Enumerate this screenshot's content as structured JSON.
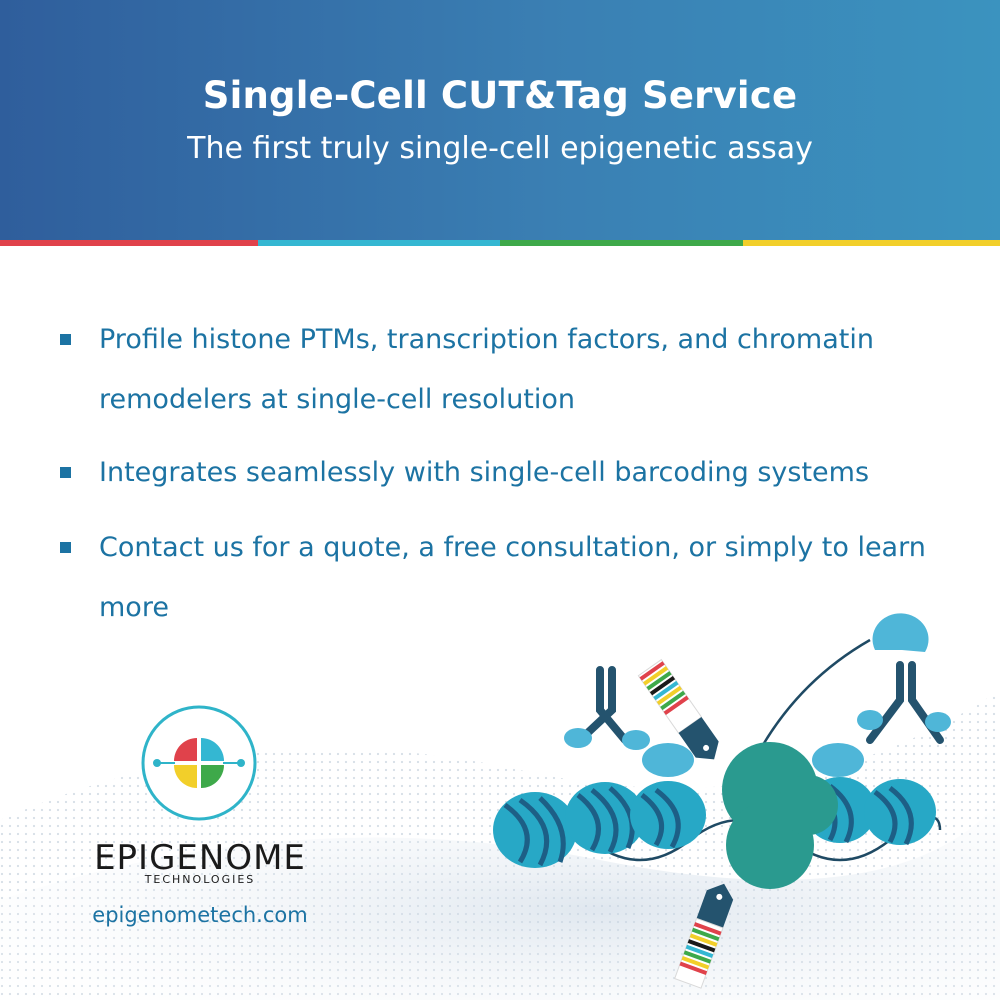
{
  "header": {
    "title": "Single-Cell CUT&Tag Service",
    "subtitle": "The first truly single-cell epigenetic assay"
  },
  "stripe_colors": [
    "#e0424b",
    "#34b7d2",
    "#3ea94a",
    "#f2cf2a"
  ],
  "bullets": [
    {
      "text": "Profile histone PTMs, transcription factors, and chromatin remodelers at single-cell resolution"
    },
    {
      "text": "Integrates seamlessly with single-cell barcoding systems"
    },
    {
      "text": "Contact us for a quote, a free consultation, or simply to learn more"
    }
  ],
  "logo": {
    "name": "EPIGENOME",
    "sub": "TECHNOLOGIES",
    "colors": [
      "#e0424b",
      "#34b7d2",
      "#f2cf2a",
      "#3ea94a"
    ]
  },
  "website": "epigenometech.com",
  "illustration": {
    "icons": [
      "antibody-icon",
      "nucleosome-icon",
      "barcode-tag-icon",
      "transposase-icon"
    ],
    "colors": {
      "nucleosome": "#27a8c6",
      "protein": "#2a9a8f",
      "antibody": "#24536e",
      "adapter": "#4fb6d8"
    }
  },
  "accent_color": "#1c73a3"
}
